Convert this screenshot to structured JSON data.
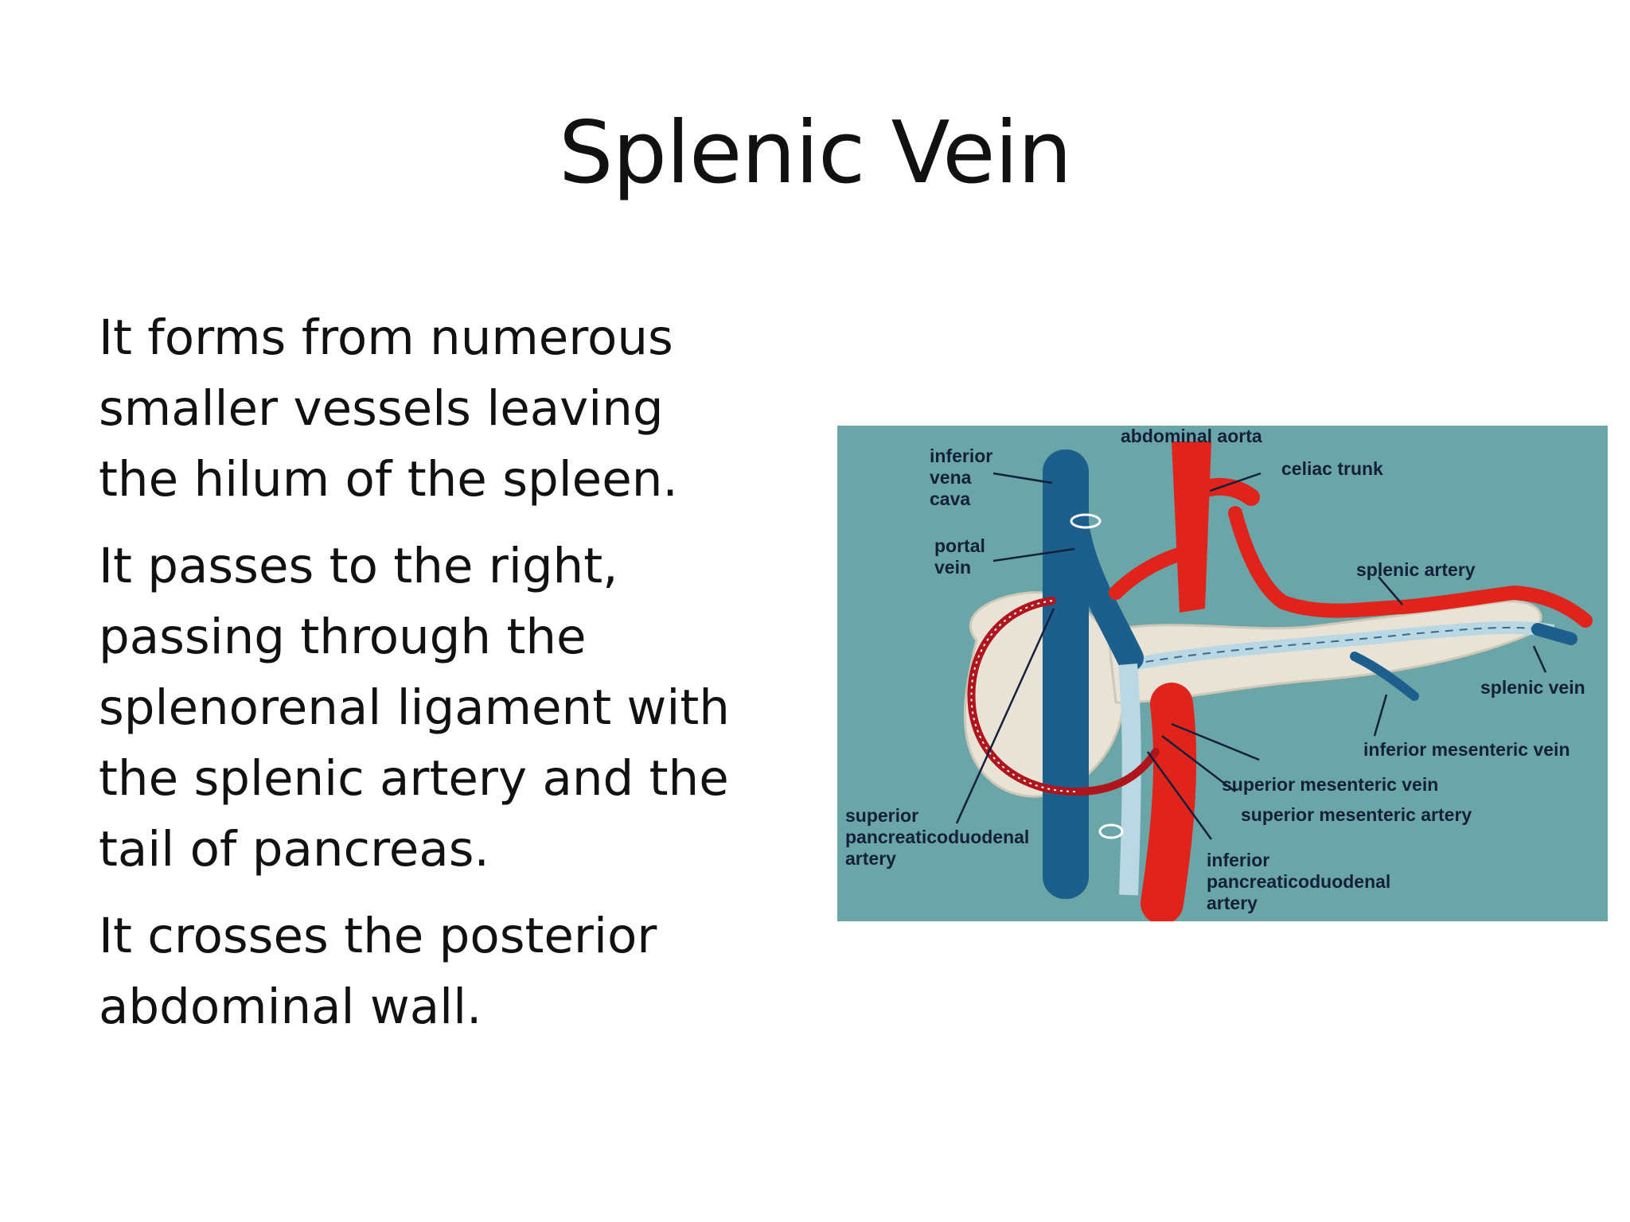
{
  "slide": {
    "title": "Splenic Vein",
    "paragraphs": [
      [
        "It forms from numerous",
        "smaller vessels leaving",
        "the hilum of the spleen."
      ],
      [
        "It passes to the right,",
        "passing through the",
        "splenorenal ligament with",
        "the splenic artery and the",
        "tail of pancreas."
      ],
      [
        "It crosses the posterior",
        "abdominal wall."
      ]
    ]
  },
  "figure": {
    "labels": {
      "abdominal_aorta": "abdominal aorta",
      "inferior_vena_cava": [
        "inferior",
        "vena",
        "cava"
      ],
      "celiac_trunk": "celiac trunk",
      "portal_vein": [
        "portal",
        "vein"
      ],
      "splenic_artery": "splenic artery",
      "splenic_vein": "splenic vein",
      "inferior_mesenteric_vein": "inferior mesenteric vein",
      "superior_mesenteric_vein": "superior mesenteric vein",
      "superior_mesenteric_artery": "superior mesenteric artery",
      "superior_pancreaticoduodenal_artery": [
        "superior",
        "pancreaticoduodenal",
        "artery"
      ],
      "inferior_pancreaticoduodenal_artery": [
        "inferior",
        "pancreaticoduodenal",
        "artery"
      ]
    },
    "colors": {
      "background": "#6aa5a7",
      "vein": "#1d5f8c",
      "artery": "#e0241c",
      "pancreas": "#e8e3d6",
      "label_text": "#14203a"
    }
  }
}
